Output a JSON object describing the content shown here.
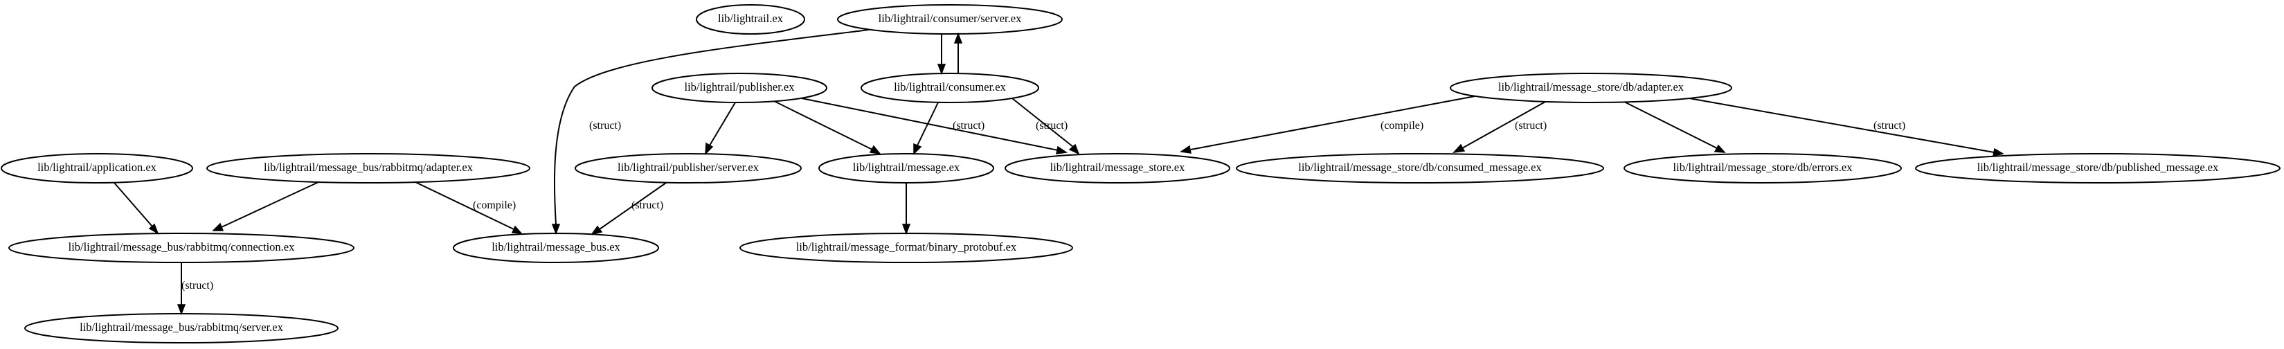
{
  "graph": {
    "nodes": {
      "lightrail": "lib/lightrail.ex",
      "consumer_server": "lib/lightrail/consumer/server.ex",
      "publisher": "lib/lightrail/publisher.ex",
      "consumer": "lib/lightrail/consumer.ex",
      "db_adapter": "lib/lightrail/message_store/db/adapter.ex",
      "application": "lib/lightrail/application.ex",
      "rabbitmq_adapter": "lib/lightrail/message_bus/rabbitmq/adapter.ex",
      "publisher_server": "lib/lightrail/publisher/server.ex",
      "message": "lib/lightrail/message.ex",
      "message_store": "lib/lightrail/message_store.ex",
      "consumed_message": "lib/lightrail/message_store/db/consumed_message.ex",
      "db_errors": "lib/lightrail/message_store/db/errors.ex",
      "published_message": "lib/lightrail/message_store/db/published_message.ex",
      "rabbitmq_connection": "lib/lightrail/message_bus/rabbitmq/connection.ex",
      "message_bus": "lib/lightrail/message_bus.ex",
      "binary_protobuf": "lib/lightrail/message_format/binary_protobuf.ex",
      "rabbitmq_server": "lib/lightrail/message_bus/rabbitmq/server.ex"
    },
    "edges": [
      {
        "from": "consumer_server",
        "to": "consumer",
        "label": ""
      },
      {
        "from": "consumer",
        "to": "consumer_server",
        "label": ""
      },
      {
        "from": "consumer_server",
        "to": "message_bus",
        "label": "(struct)"
      },
      {
        "from": "consumer",
        "to": "message",
        "label": ""
      },
      {
        "from": "consumer",
        "to": "message_store",
        "label": "(struct)"
      },
      {
        "from": "publisher",
        "to": "publisher_server",
        "label": ""
      },
      {
        "from": "publisher",
        "to": "message",
        "label": ""
      },
      {
        "from": "publisher",
        "to": "message_store",
        "label": "(struct)"
      },
      {
        "from": "db_adapter",
        "to": "message_store",
        "label": "(compile)"
      },
      {
        "from": "db_adapter",
        "to": "consumed_message",
        "label": "(struct)"
      },
      {
        "from": "db_adapter",
        "to": "db_errors",
        "label": ""
      },
      {
        "from": "db_adapter",
        "to": "published_message",
        "label": "(struct)"
      },
      {
        "from": "application",
        "to": "rabbitmq_connection",
        "label": ""
      },
      {
        "from": "rabbitmq_adapter",
        "to": "rabbitmq_connection",
        "label": ""
      },
      {
        "from": "rabbitmq_adapter",
        "to": "message_bus",
        "label": "(compile)"
      },
      {
        "from": "publisher_server",
        "to": "message_bus",
        "label": "(struct)"
      },
      {
        "from": "message",
        "to": "binary_protobuf",
        "label": ""
      },
      {
        "from": "rabbitmq_connection",
        "to": "rabbitmq_server",
        "label": "(struct)"
      }
    ]
  }
}
